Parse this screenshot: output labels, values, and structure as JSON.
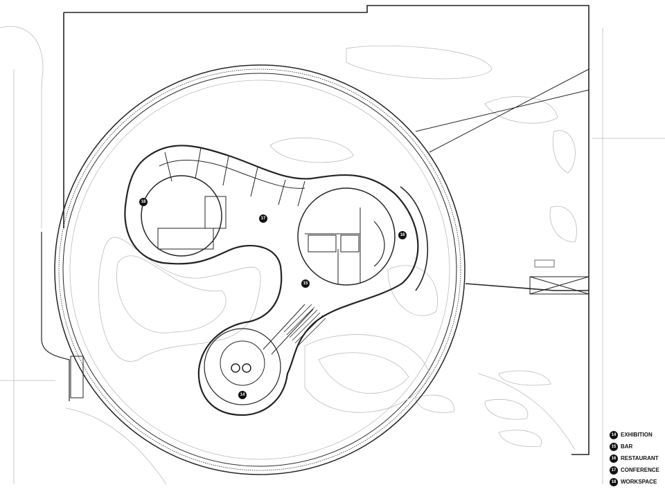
{
  "plan": {
    "room_labels": [
      {
        "num": "18",
        "name": "WORKSPACE"
      },
      {
        "num": "17",
        "name": "CONFERENCE"
      },
      {
        "num": "16",
        "name": "RESTAURANT"
      },
      {
        "num": "15",
        "name": "BAR"
      },
      {
        "num": "14",
        "name": "EXHIBITION"
      }
    ]
  },
  "legend": {
    "items": [
      {
        "num": "14",
        "label": "EXHIBITION"
      },
      {
        "num": "15",
        "label": "BAR"
      },
      {
        "num": "16",
        "label": "RESTAURANT"
      },
      {
        "num": "17",
        "label": "CONFERENCE"
      },
      {
        "num": "18",
        "label": "WORKSPACE"
      }
    ]
  }
}
